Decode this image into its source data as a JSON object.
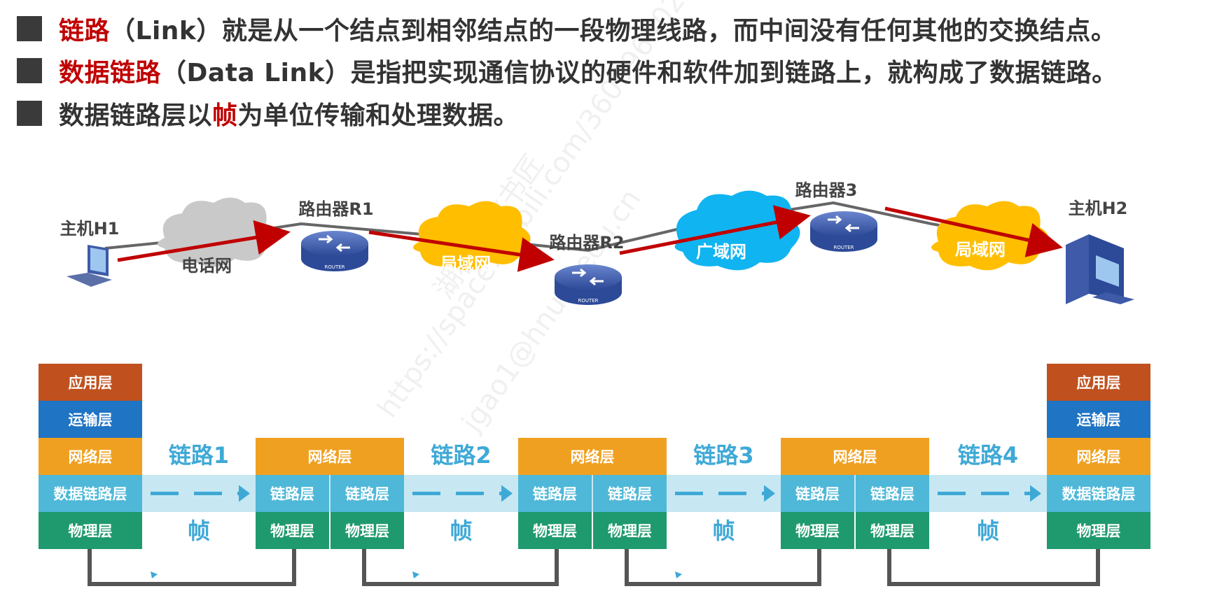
{
  "bullets": [
    {
      "term": "链路",
      "text": "（Link）就是从一个结点到相邻结点的一段物理线路，而中间没有任何其他的交换结点。"
    },
    {
      "term": "数据链路",
      "text": "（Data Link）是指把实现通信协议的硬件和软件加到链路上，就构成了数据链路。"
    },
    {
      "pre": "数据链路层以",
      "term": "帧",
      "post": "为单位传输和处理数据。"
    }
  ],
  "network": {
    "host1": "主机H1",
    "host2": "主机H2",
    "router1": "路由器R1",
    "router2": "路由器R2",
    "router3": "路由器3",
    "cloud1": "电话网",
    "cloud2": "局域网",
    "cloud3": "广域网",
    "cloud4": "局域网",
    "router_badge": "ROUTER"
  },
  "layers": {
    "app": "应用层",
    "transport": "运输层",
    "network": "网络层",
    "datalink": "数据链路层",
    "link": "链路层",
    "physical": "物理层"
  },
  "links": [
    "链路1",
    "链路2",
    "链路3",
    "链路4"
  ],
  "frame": "帧",
  "watermark": [
    "湖科大教书匠",
    "https://space.bilibili.com/360996402",
    "jgao1@hnust.edu.cn"
  ],
  "colors": {
    "red": "#c00000",
    "app": "#c0511e",
    "transport": "#1f74c4",
    "network": "#f0a020",
    "datalink": "#4fb8d8",
    "physical": "#1f9a6e",
    "link_text": "#3fa9d6",
    "cloud_gray": "#c9c9c9",
    "cloud_yellow": "#ffbe00",
    "cloud_blue": "#10b4f0",
    "router": "#3f5fb0"
  }
}
